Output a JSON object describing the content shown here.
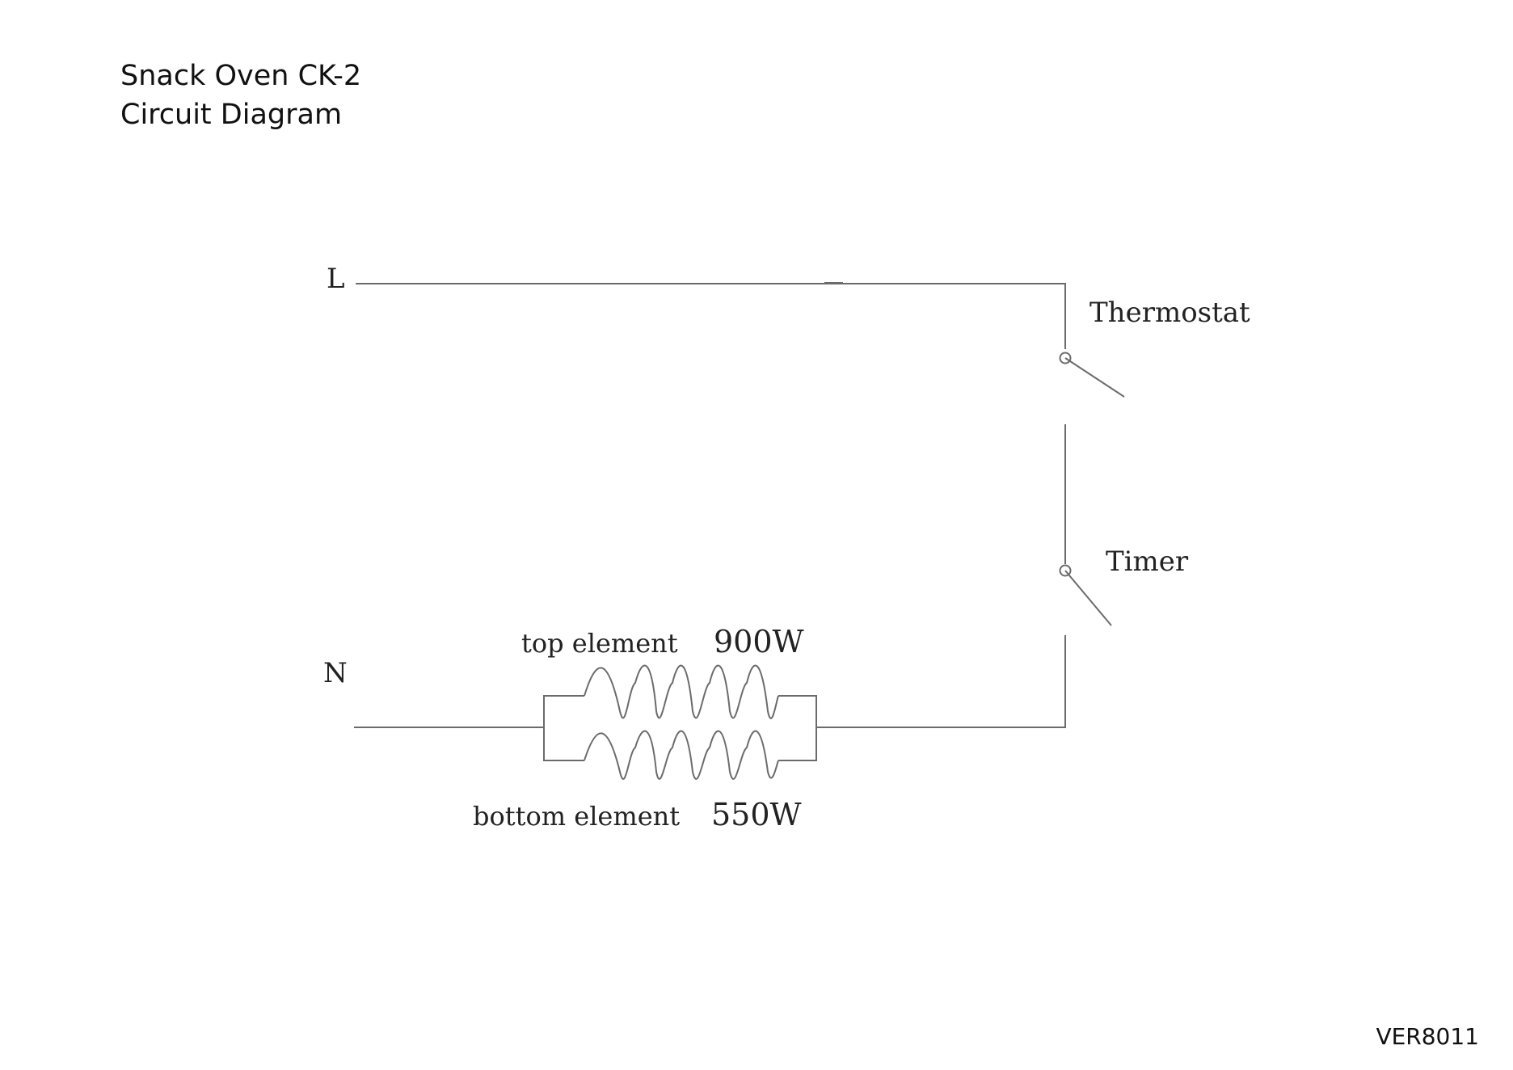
{
  "title": {
    "line1": "Snack Oven CK-2",
    "line2": "Circuit Diagram"
  },
  "version": "VER8011",
  "diagram": {
    "labels": {
      "live": "L",
      "neutral": "N",
      "thermostat": "Thermostat",
      "timer": "Timer",
      "top_element": "top element",
      "top_power": "900W",
      "bottom_element": "bottom element",
      "bottom_power": "550W"
    },
    "line_color": "#6b6b6b"
  }
}
